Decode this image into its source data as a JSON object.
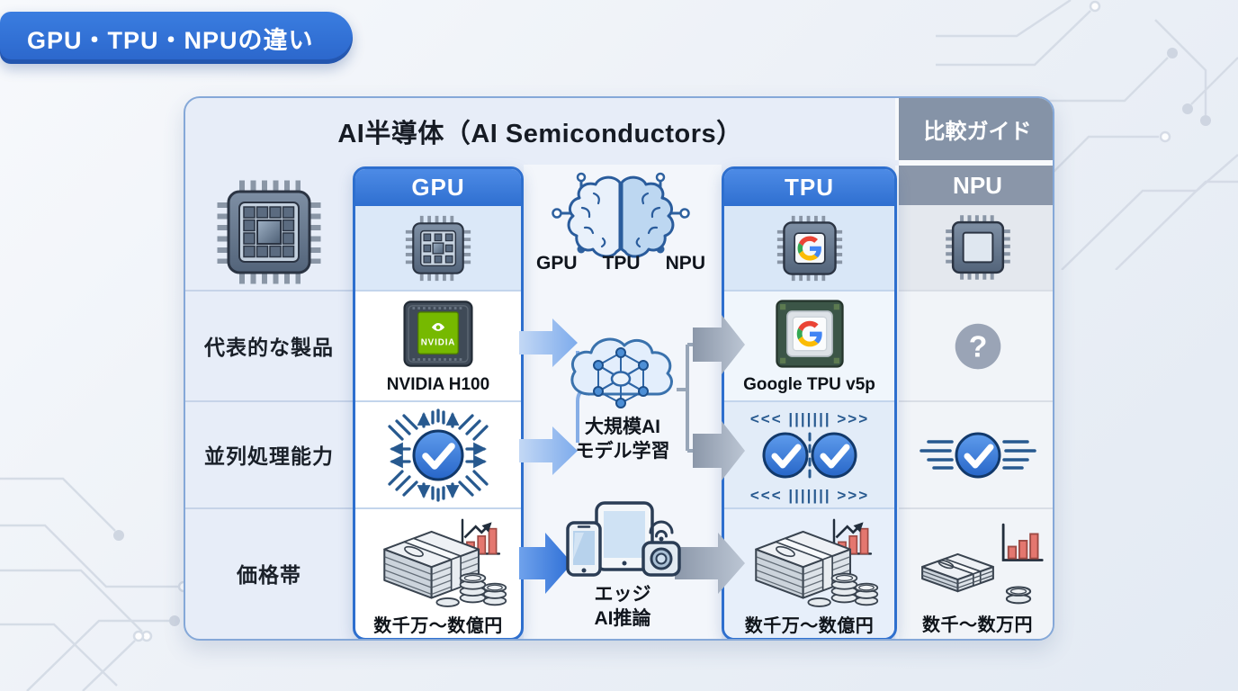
{
  "banner": {
    "title": "GPU・TPU・NPUの違い"
  },
  "table": {
    "main_header": "AI半導体（AI Semiconductors）",
    "guide_header": "比較ガイド",
    "col_gpu": "GPU",
    "col_tpu": "TPU",
    "col_npu": "NPU",
    "row_product": "代表的な製品",
    "row_parallel": "並列処理能力",
    "row_price": "価格帯",
    "gpu_product": "NVIDIA H100",
    "gpu_price": "数千万〜数億円",
    "tpu_product": "Google TPU v5p",
    "tpu_price": "数千万〜数億円",
    "npu_product": "?",
    "npu_price": "数千〜数万円"
  },
  "center": {
    "label_gpu": "GPU",
    "label_tpu": "TPU",
    "label_npu": "NPU",
    "training_line1": "大規模AI",
    "training_line2": "モデル学習",
    "edge_line1": "エッジ",
    "edge_line2": "AI推論"
  },
  "icons": {
    "nvidia_logo_text": "NVIDIA",
    "stream_row": "<<< ||||||| >>>"
  },
  "colors": {
    "accent_blue": "#2f6fd0",
    "header_gray": "#8593a7",
    "nvidia_green": "#76b900",
    "check_blue": "#2e78dc",
    "bar_red": "#e4776f",
    "arrow_gray": "#9aa5b6"
  }
}
